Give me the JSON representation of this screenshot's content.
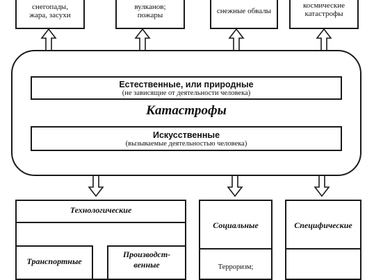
{
  "top_boxes": [
    {
      "lines": [
        "снегопады,",
        "жара, засухи"
      ]
    },
    {
      "lines": [
        "вулканов;",
        "пожары"
      ]
    },
    {
      "lines": [
        "снежные обвалы"
      ]
    },
    {
      "lines": [
        "космические",
        "катастрофы"
      ]
    }
  ],
  "natural": {
    "title": "Естественные, или природные",
    "subtitle": "(не зависящие от деятельности человека)"
  },
  "center_title": "Катастрофы",
  "artificial": {
    "title": "Искусственные",
    "subtitle": "(вызываемые деятельностью человека)"
  },
  "bottom": {
    "technological": "Технологические",
    "transport": "Транспортные",
    "production": [
      "Производст-",
      "венные"
    ],
    "social": "Социальные",
    "social_item": "Терроризм;",
    "specific": "Специфические"
  }
}
